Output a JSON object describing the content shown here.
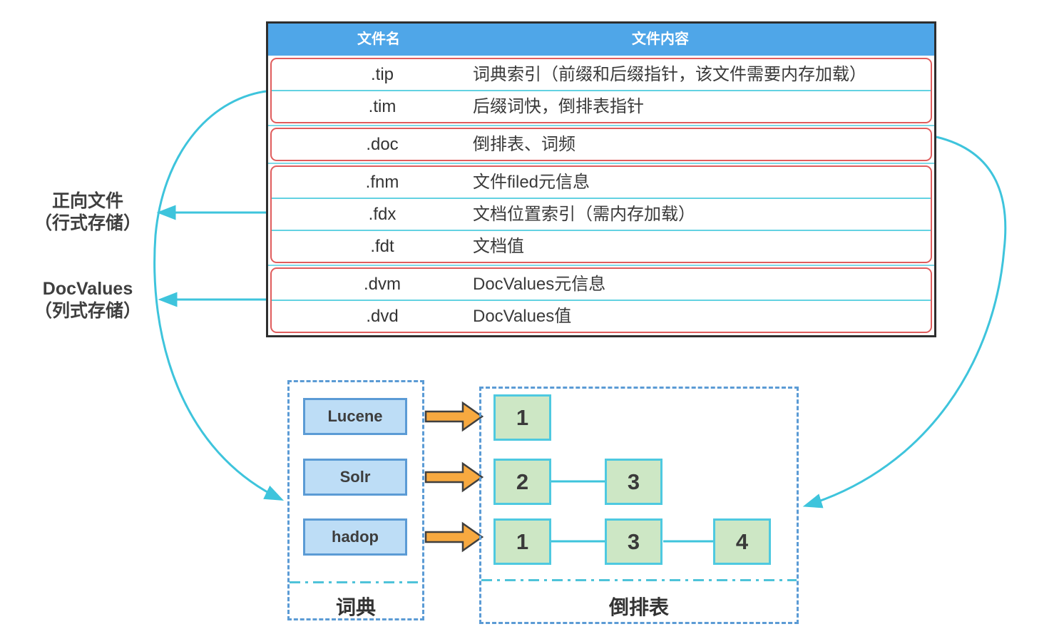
{
  "colors": {
    "header_blue": "#4FA6E8",
    "table_border": "#2E2E2E",
    "group_red": "#E05D5D",
    "cyan_accent": "#3EC4DC",
    "dashed_blue": "#5B9BD5",
    "term_fill": "#BDDDF6",
    "posting_fill": "#CDE7C5",
    "posting_border": "#4EC9E0",
    "flow_arrow_orange": "#F7A940"
  },
  "table": {
    "headers": [
      "文件名",
      "文件内容"
    ],
    "groups": [
      {
        "rows": [
          {
            "ext": ".tip",
            "desc": "词典索引（前缀和后缀指针，该文件需要内存加载）"
          },
          {
            "ext": ".tim",
            "desc": "后缀词快，倒排表指针"
          }
        ]
      },
      {
        "rows": [
          {
            "ext": ".doc",
            "desc": "倒排表、词频"
          }
        ]
      },
      {
        "rows": [
          {
            "ext": ".fnm",
            "desc": "文件filed元信息"
          },
          {
            "ext": ".fdx",
            "desc": "文档位置索引（需内存加载）"
          },
          {
            "ext": ".fdt",
            "desc": "文档值"
          }
        ]
      },
      {
        "rows": [
          {
            "ext": ".dvm",
            "desc": "DocValues元信息"
          },
          {
            "ext": ".dvd",
            "desc": "DocValues值"
          }
        ]
      }
    ]
  },
  "side_labels": [
    {
      "title": "正向文件",
      "subtitle": "（行式存储）"
    },
    {
      "title": "DocValues",
      "subtitle": "（列式存储）"
    }
  ],
  "dictionary": {
    "label": "词典",
    "terms": [
      "Lucene",
      "Solr",
      "hadop"
    ]
  },
  "inverted_index": {
    "label": "倒排表",
    "postings": [
      [
        "1"
      ],
      [
        "2",
        "3"
      ],
      [
        "1",
        "3",
        "4"
      ]
    ]
  }
}
